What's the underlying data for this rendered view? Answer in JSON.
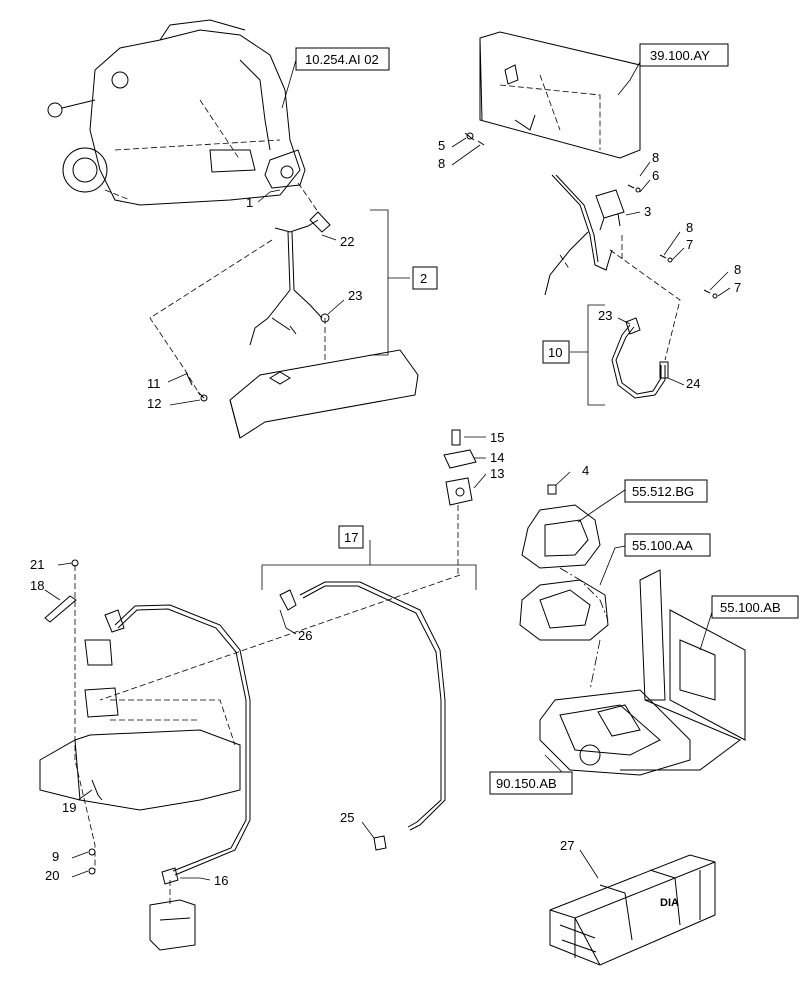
{
  "refs": {
    "r_10254": "10.254.AI 02",
    "r_39100": "39.100.AY",
    "r_55512": "55.512.BG",
    "r_55100aa": "55.100.AA",
    "r_55100ab": "55.100.AB",
    "r_90150": "90.150.AB"
  },
  "callouts": {
    "c1": "1",
    "c2": "2",
    "c3": "3",
    "c4": "4",
    "c5": "5",
    "c6": "6",
    "c7a": "7",
    "c7b": "7",
    "c8a": "8",
    "c8b": "8",
    "c8c": "8",
    "c8d": "8",
    "c9": "9",
    "c10": "10",
    "c11": "11",
    "c12": "12",
    "c13": "13",
    "c14": "14",
    "c15": "15",
    "c16": "16",
    "c17": "17",
    "c18": "18",
    "c19": "19",
    "c20": "20",
    "c21": "21",
    "c22": "22",
    "c23a": "23",
    "c23b": "23",
    "c24": "24",
    "c25": "25",
    "c26": "26",
    "c27": "27"
  },
  "crate_logo": "DIA"
}
